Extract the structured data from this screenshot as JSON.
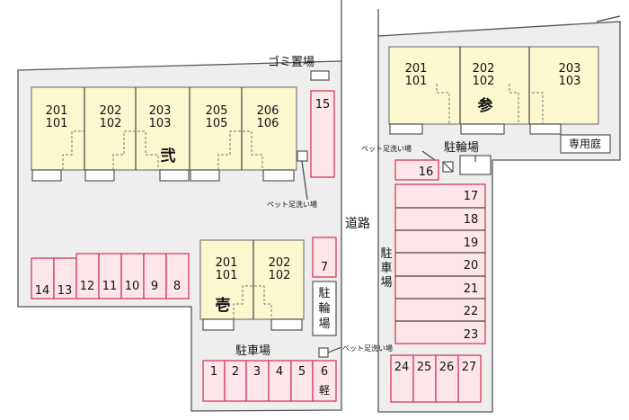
{
  "labels": {
    "garbage": "ゴミ置場",
    "road": "道路",
    "parking": "駐車場",
    "parking_v": [
      "駐",
      "車",
      "場"
    ],
    "bicycle": "駐輪場",
    "bicycle_v": [
      "駐",
      "輪",
      "場"
    ],
    "pet_wash": "ペット足洗い場",
    "private_garden": "専用庭",
    "light": "軽"
  },
  "buildings": {
    "ni": {
      "name": "弐",
      "units": [
        {
          "top": "201",
          "bottom": "101"
        },
        {
          "top": "202",
          "bottom": "102"
        },
        {
          "top": "203",
          "bottom": "103"
        },
        {
          "top": "205",
          "bottom": "105"
        },
        {
          "top": "206",
          "bottom": "106"
        }
      ]
    },
    "san": {
      "name": "参",
      "units": [
        {
          "top": "201",
          "bottom": "101"
        },
        {
          "top": "202",
          "bottom": "102"
        },
        {
          "top": "203",
          "bottom": "103"
        }
      ]
    },
    "ichi": {
      "name": "壱",
      "units": [
        {
          "top": "201",
          "bottom": "101"
        },
        {
          "top": "202",
          "bottom": "102"
        }
      ]
    }
  },
  "parking": {
    "left_row": [
      "14",
      "13",
      "12",
      "11",
      "10",
      "9",
      "8"
    ],
    "bottom_row": [
      "1",
      "2",
      "3",
      "4",
      "5",
      "6"
    ],
    "spot7": "7",
    "spot15": "15",
    "spot16": "16",
    "right_col": [
      "17",
      "18",
      "19",
      "20",
      "21",
      "22",
      "23"
    ],
    "right_bottom": [
      "24",
      "25",
      "26",
      "27"
    ]
  }
}
